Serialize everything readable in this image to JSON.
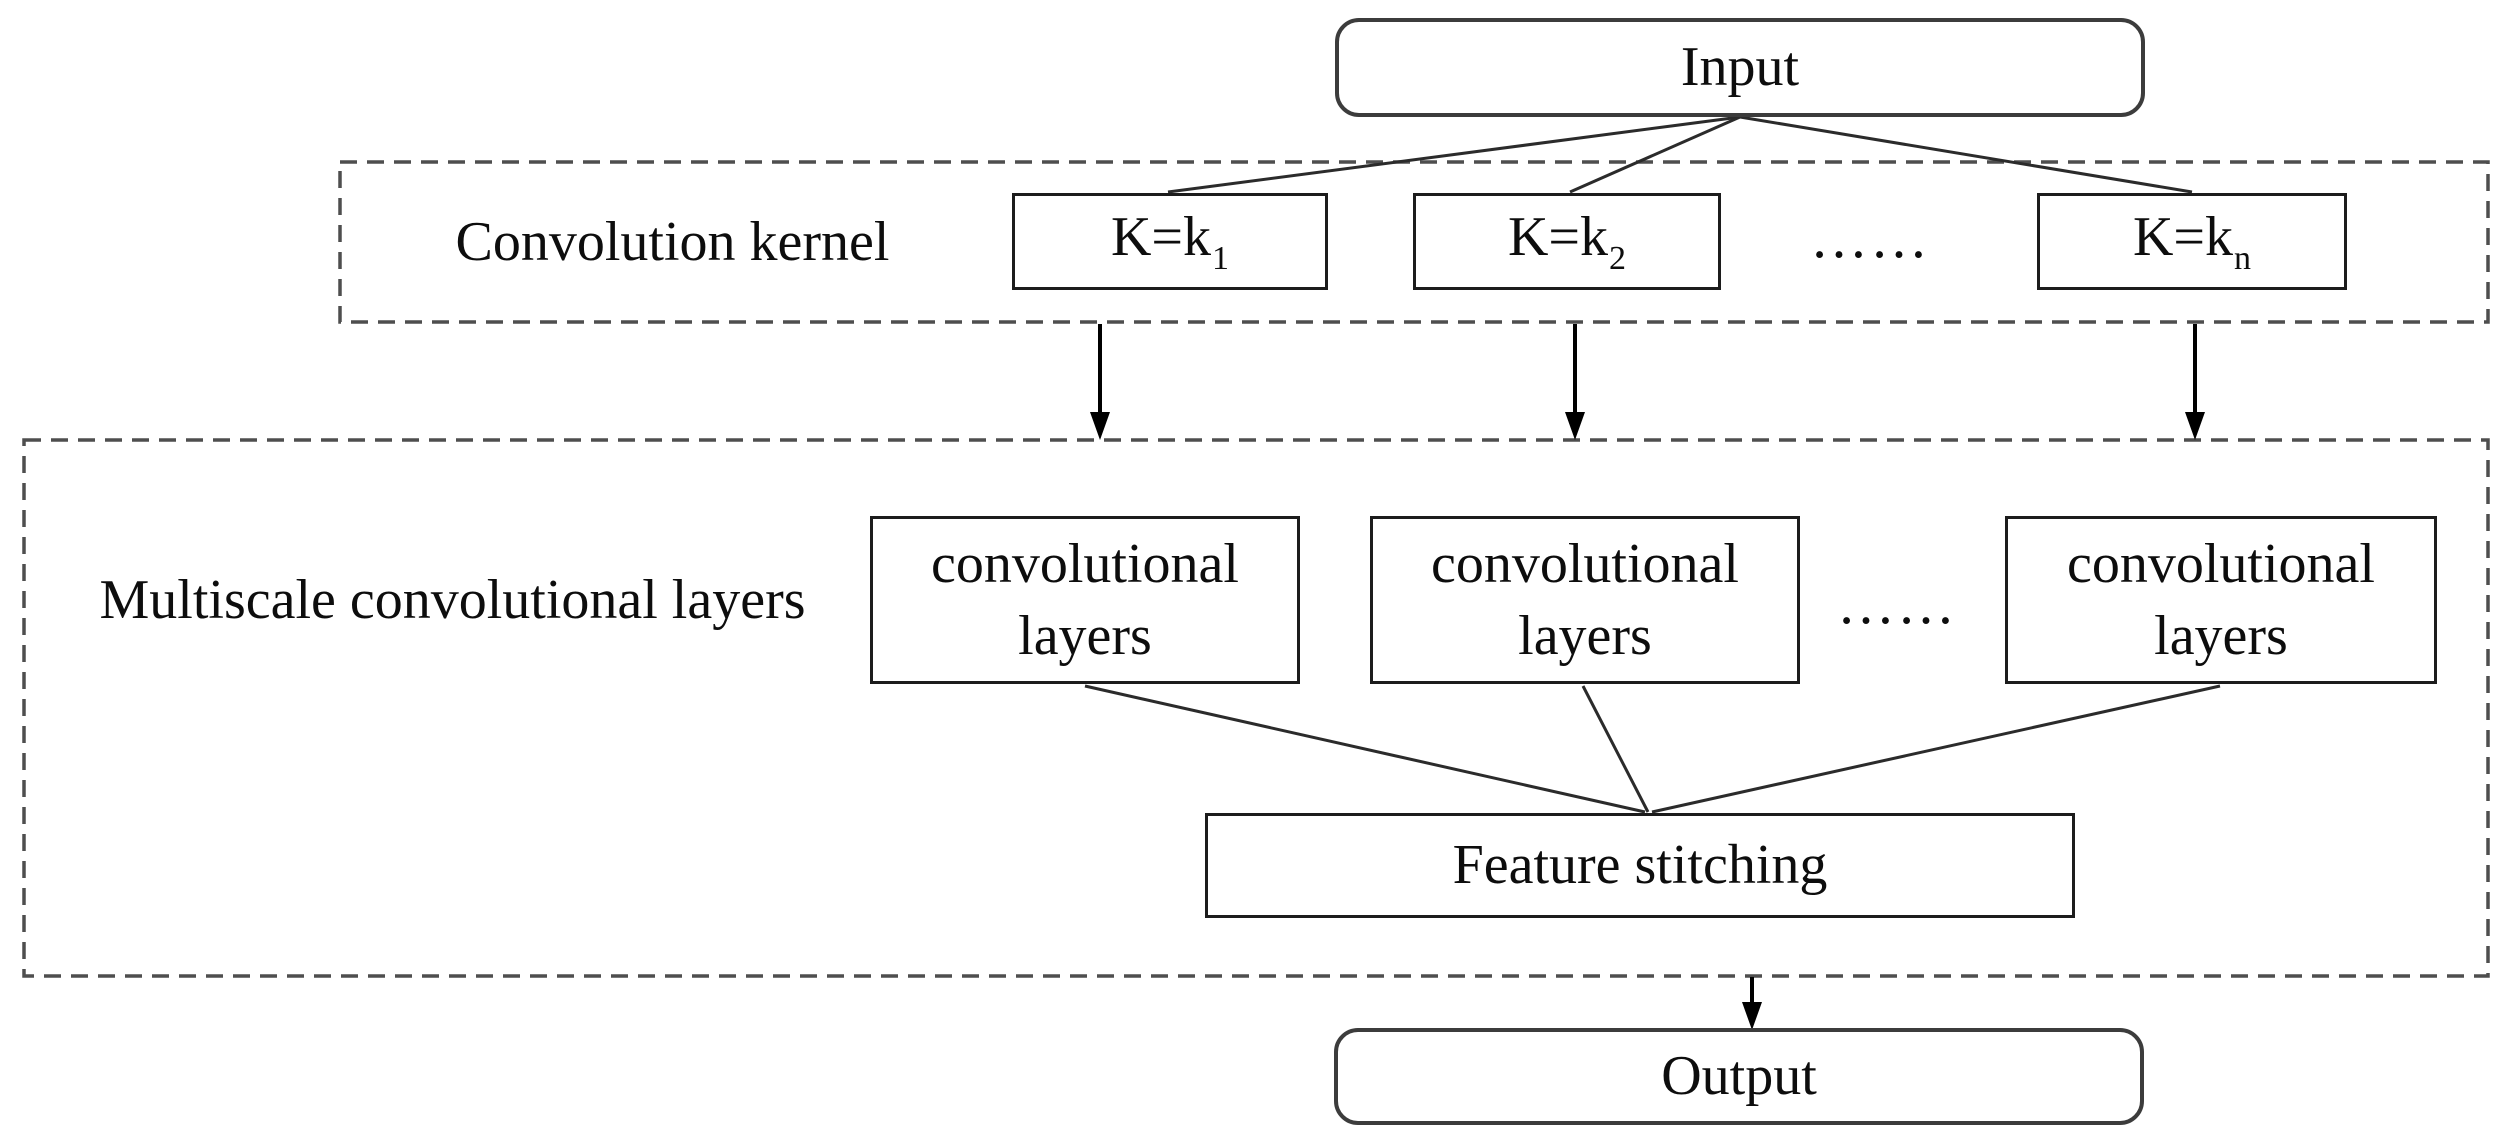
{
  "diagram": {
    "input": {
      "label": "Input"
    },
    "kernel_section": {
      "label": "Convolution kernel",
      "ellipsis": "……",
      "kernels": [
        {
          "base": "K=k",
          "sub": "1"
        },
        {
          "base": "K=k",
          "sub": "2"
        },
        {
          "base": "K=k",
          "sub": "n"
        }
      ]
    },
    "multiscale_section": {
      "label": "Multiscale convolutional layers",
      "ellipsis": "……",
      "conv_layers": [
        {
          "line1": "convolutional",
          "line2": "layers"
        },
        {
          "line1": "convolutional",
          "line2": "layers"
        },
        {
          "line1": "convolutional",
          "line2": "layers"
        }
      ],
      "feature_stitching": {
        "label": "Feature stitching"
      }
    },
    "output": {
      "label": "Output"
    },
    "colors": {
      "background": "#ffffff",
      "solid_box_border": "#1c1c1c",
      "rounded_box_border": "#3c3c3c",
      "dashed_container_border": "#4e4e4e",
      "connector_line": "#2b2b2b",
      "arrow": "#000000",
      "text": "#0d0d0d"
    }
  }
}
